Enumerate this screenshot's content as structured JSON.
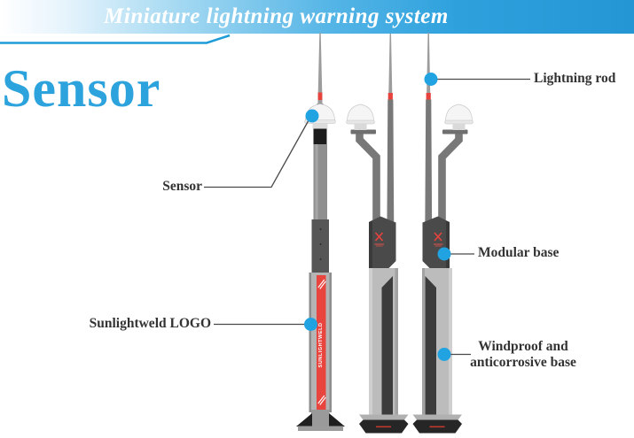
{
  "banner": {
    "title": "Miniature lightning warning system"
  },
  "page": {
    "title": "Sensor"
  },
  "callouts": {
    "lightning_rod": "Lightning rod",
    "sensor": "Sensor",
    "modular_base": "Modular base",
    "sunlightweld_logo": "Sunlightweld LOGO",
    "windproof_line1": "Windproof and",
    "windproof_line2": "anticorrosive base"
  },
  "pole": {
    "brand_text": "SUNLIGHTWELD"
  },
  "colors": {
    "accent_blue": "#21A3E1",
    "banner_blue": "#2B9FD9",
    "title_blue": "#2CA3DC",
    "band_red": "#E8423C",
    "stripe_red": "#E8453F",
    "leader_gray": "#4A4A4A",
    "label_gray": "#333333"
  }
}
